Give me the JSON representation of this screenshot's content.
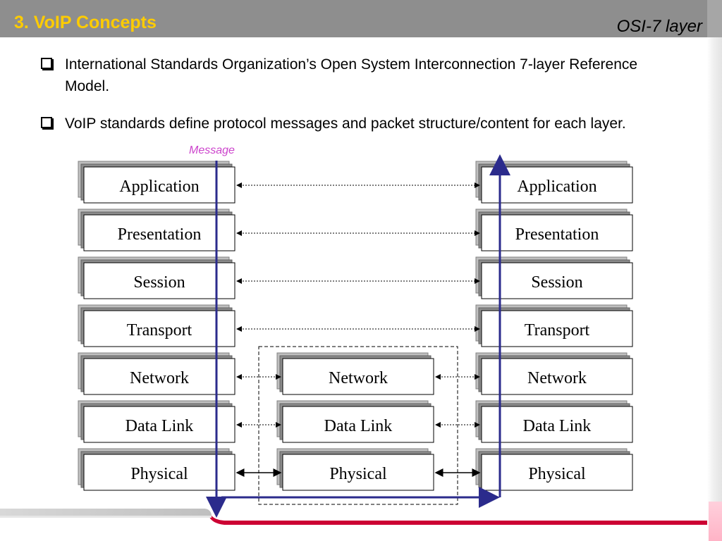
{
  "header": {
    "title": "3. VoIP Concepts",
    "subtitle": "OSI-7 layer"
  },
  "bullets": [
    "International Standards Organization’s Open System Interconnection 7-layer Reference Model.",
    "VoIP standards define protocol messages and packet structure/content for each layer."
  ],
  "diagram": {
    "message_label": "Message",
    "left_stack": [
      "Application",
      "Presentation",
      "Session",
      "Transport",
      "Network",
      "Data Link",
      "Physical"
    ],
    "middle_stack": [
      "Network",
      "Data Link",
      "Physical"
    ],
    "right_stack": [
      "Application",
      "Presentation",
      "Session",
      "Transport",
      "Network",
      "Data Link",
      "Physical"
    ]
  },
  "colors": {
    "title": "#ffcc00",
    "message": "#cc44cc",
    "flow_line": "#2b2b8c",
    "accent_red": "#cc0033"
  }
}
